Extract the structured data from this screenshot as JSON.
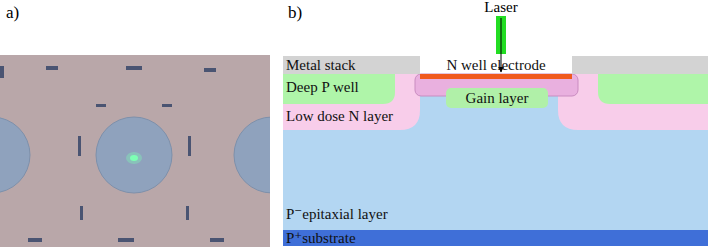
{
  "diagram": {
    "nodes": [
      {
        "text": [
          "Metal stack"
        ]
      },
      {
        "text": [
          "N well electrode"
        ]
      },
      {
        "text": [
          "Deep P well"
        ]
      },
      {
        "text": [
          "Gain layer"
        ]
      },
      {
        "text": [
          "Low dose N layer"
        ]
      },
      {
        "text": [
          "P⁻epitaxial layer"
        ]
      },
      {
        "text": [
          "P⁺substrate"
        ]
      }
    ],
    "labels": [
      "a)",
      "b)",
      "Laser"
    ]
  }
}
